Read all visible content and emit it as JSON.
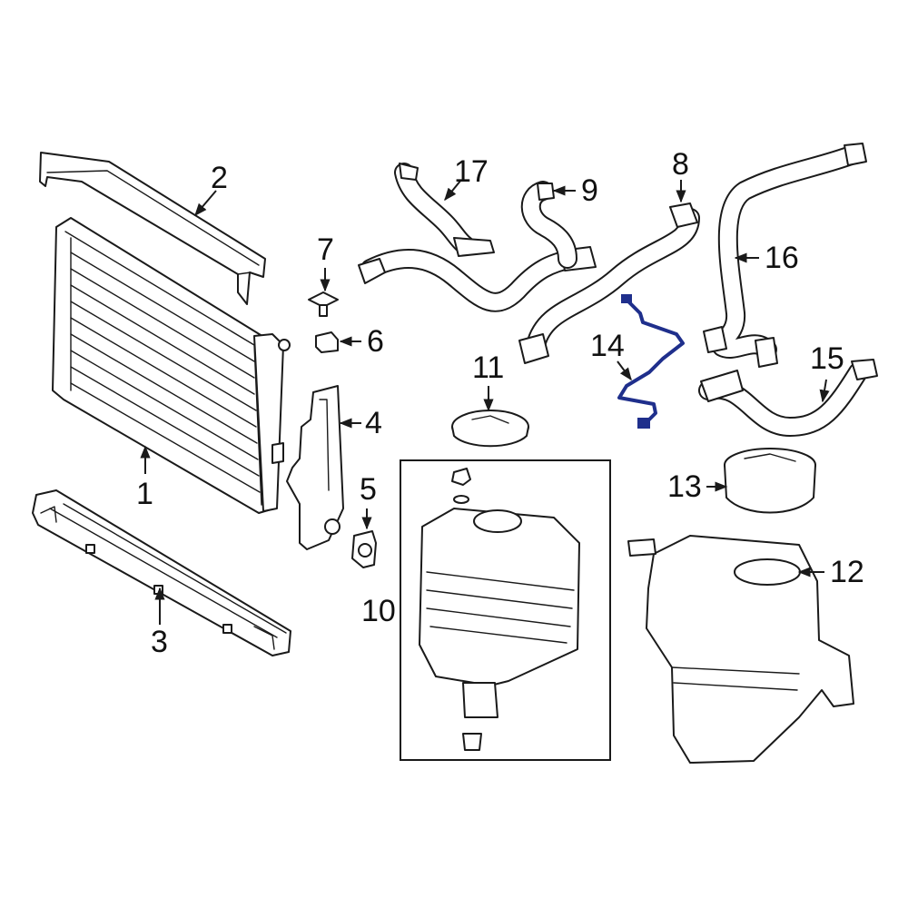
{
  "callouts": {
    "c1": "1",
    "c2": "2",
    "c3": "3",
    "c4": "4",
    "c5": "5",
    "c6": "6",
    "c7": "7",
    "c8": "8",
    "c9": "9",
    "c10": "10",
    "c11": "11",
    "c12": "12",
    "c13": "13",
    "c14": "14",
    "c15": "15",
    "c16": "16",
    "c17": "17"
  },
  "colors": {
    "line": "#1a1a1a",
    "highlight": "#1f2f8c",
    "background": "#ffffff"
  }
}
